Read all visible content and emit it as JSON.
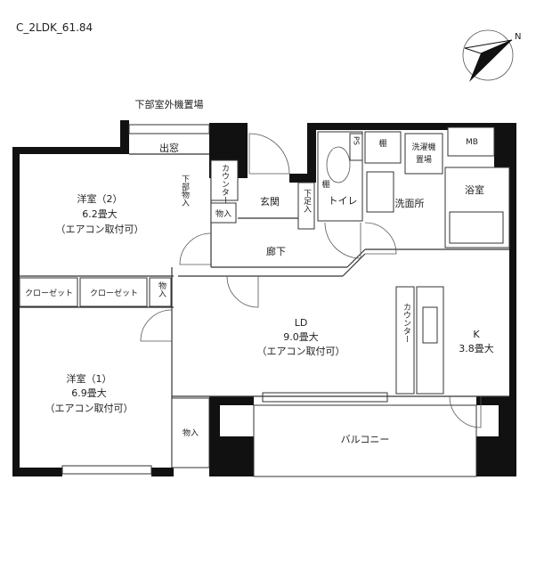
{
  "title": "C_2LDK_61.84",
  "compass": {
    "icon": "north-arrow-icon",
    "label": "N"
  },
  "rooms": {
    "outdoor_unit": "下部室外機置場",
    "bay_window": "出窓",
    "counter_entry": "カウンター",
    "lower_storage": "下部物入",
    "storage_entry": "物入",
    "entrance": "玄関",
    "shoe_cabinet": "下足入",
    "shelf_toilet": "棚",
    "toilet": "トイレ",
    "ps": "PS",
    "shelf": "棚",
    "washer_1": "洗濯機",
    "washer_2": "置場",
    "mb": "MB",
    "bath": "浴室",
    "washroom": "洗面所",
    "room2": {
      "name": "洋室（2）",
      "size": "6.2畳大",
      "note": "（エアコン取付可）"
    },
    "hallway": "廊下",
    "closet_1": "クローゼット",
    "closet_2": "クローゼット",
    "storage_mid": "物入",
    "ld": {
      "name": "LD",
      "size": "9.0畳大",
      "note": "（エアコン取付可）"
    },
    "counter_kitchen": "カウンター",
    "kitchen": {
      "name": "K",
      "size": "3.8畳大"
    },
    "room1": {
      "name": "洋室（1）",
      "size": "6.9畳大",
      "note": "（エアコン取付可）"
    },
    "storage_bottom": "物入",
    "balcony": "バルコニー"
  }
}
